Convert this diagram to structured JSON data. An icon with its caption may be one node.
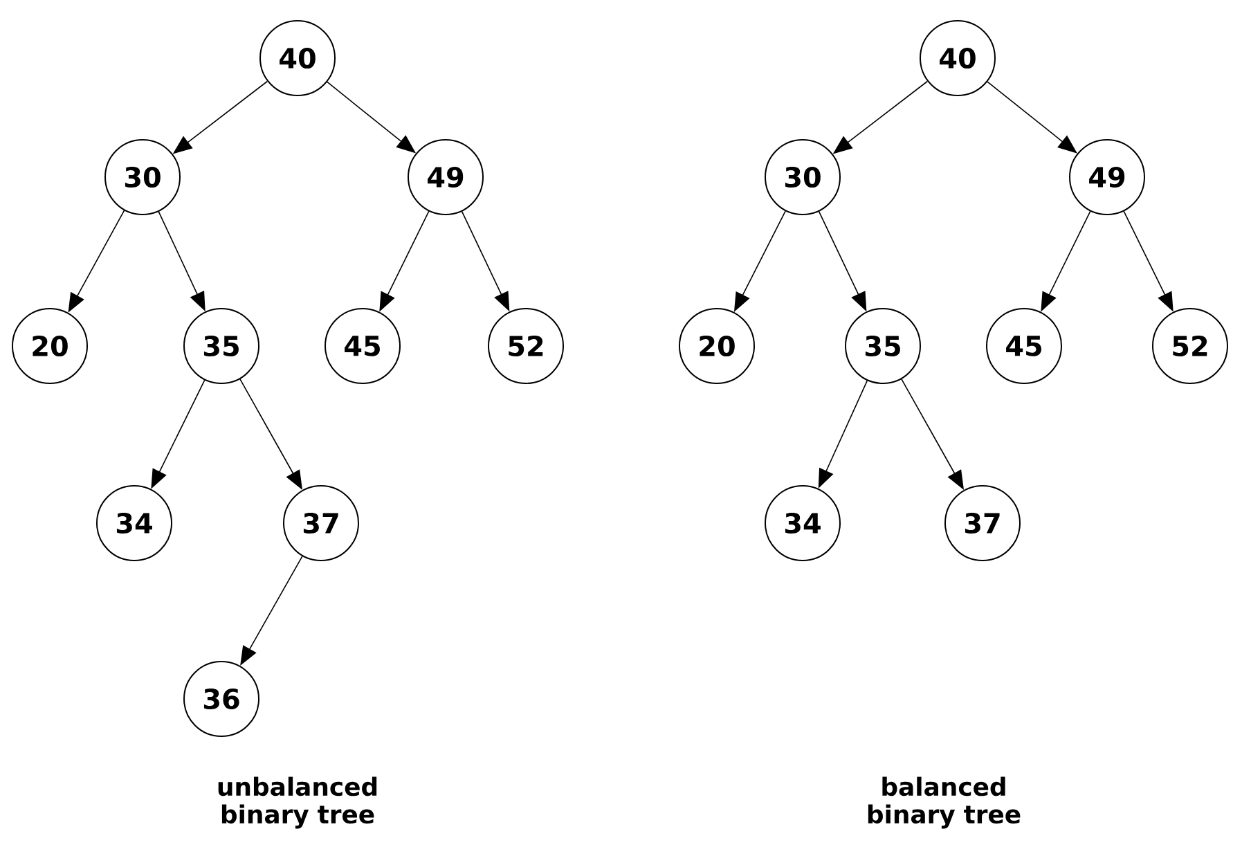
{
  "diagram": {
    "nodes": [
      {
        "text": [
          "40"
        ]
      },
      {
        "text": [
          "30"
        ]
      },
      {
        "text": [
          "49"
        ]
      },
      {
        "text": [
          "20"
        ]
      },
      {
        "text": [
          "35"
        ]
      },
      {
        "text": [
          "45"
        ]
      },
      {
        "text": [
          "52"
        ]
      },
      {
        "text": [
          "34"
        ]
      },
      {
        "text": [
          "37"
        ]
      },
      {
        "text": [
          "36"
        ]
      },
      {
        "text": [
          "40"
        ]
      },
      {
        "text": [
          "30"
        ]
      },
      {
        "text": [
          "49"
        ]
      },
      {
        "text": [
          "20"
        ]
      },
      {
        "text": [
          "35"
        ]
      },
      {
        "text": [
          "45"
        ]
      },
      {
        "text": [
          "52"
        ]
      },
      {
        "text": [
          "34"
        ]
      },
      {
        "text": [
          "37"
        ]
      }
    ],
    "edges": [
      {
        "from": 0,
        "to": 1,
        "arrow": "to"
      },
      {
        "from": 0,
        "to": 2,
        "arrow": "to"
      },
      {
        "from": 1,
        "to": 3,
        "arrow": "to"
      },
      {
        "from": 1,
        "to": 4,
        "arrow": "to"
      },
      {
        "from": 2,
        "to": 5,
        "arrow": "to"
      },
      {
        "from": 2,
        "to": 6,
        "arrow": "to"
      },
      {
        "from": 4,
        "to": 7,
        "arrow": "to"
      },
      {
        "from": 4,
        "to": 8,
        "arrow": "to"
      },
      {
        "from": 8,
        "to": 9,
        "arrow": "to"
      },
      {
        "from": 10,
        "to": 11,
        "arrow": "to"
      },
      {
        "from": 10,
        "to": 12,
        "arrow": "to"
      },
      {
        "from": 11,
        "to": 13,
        "arrow": "to"
      },
      {
        "from": 11,
        "to": 14,
        "arrow": "to"
      },
      {
        "from": 12,
        "to": 15,
        "arrow": "to"
      },
      {
        "from": 12,
        "to": 16,
        "arrow": "to"
      },
      {
        "from": 14,
        "to": 17,
        "arrow": "to"
      },
      {
        "from": 14,
        "to": 18,
        "arrow": "to"
      }
    ],
    "labels": [
      "unbalanced binary tree",
      "balanced binary tree"
    ]
  }
}
